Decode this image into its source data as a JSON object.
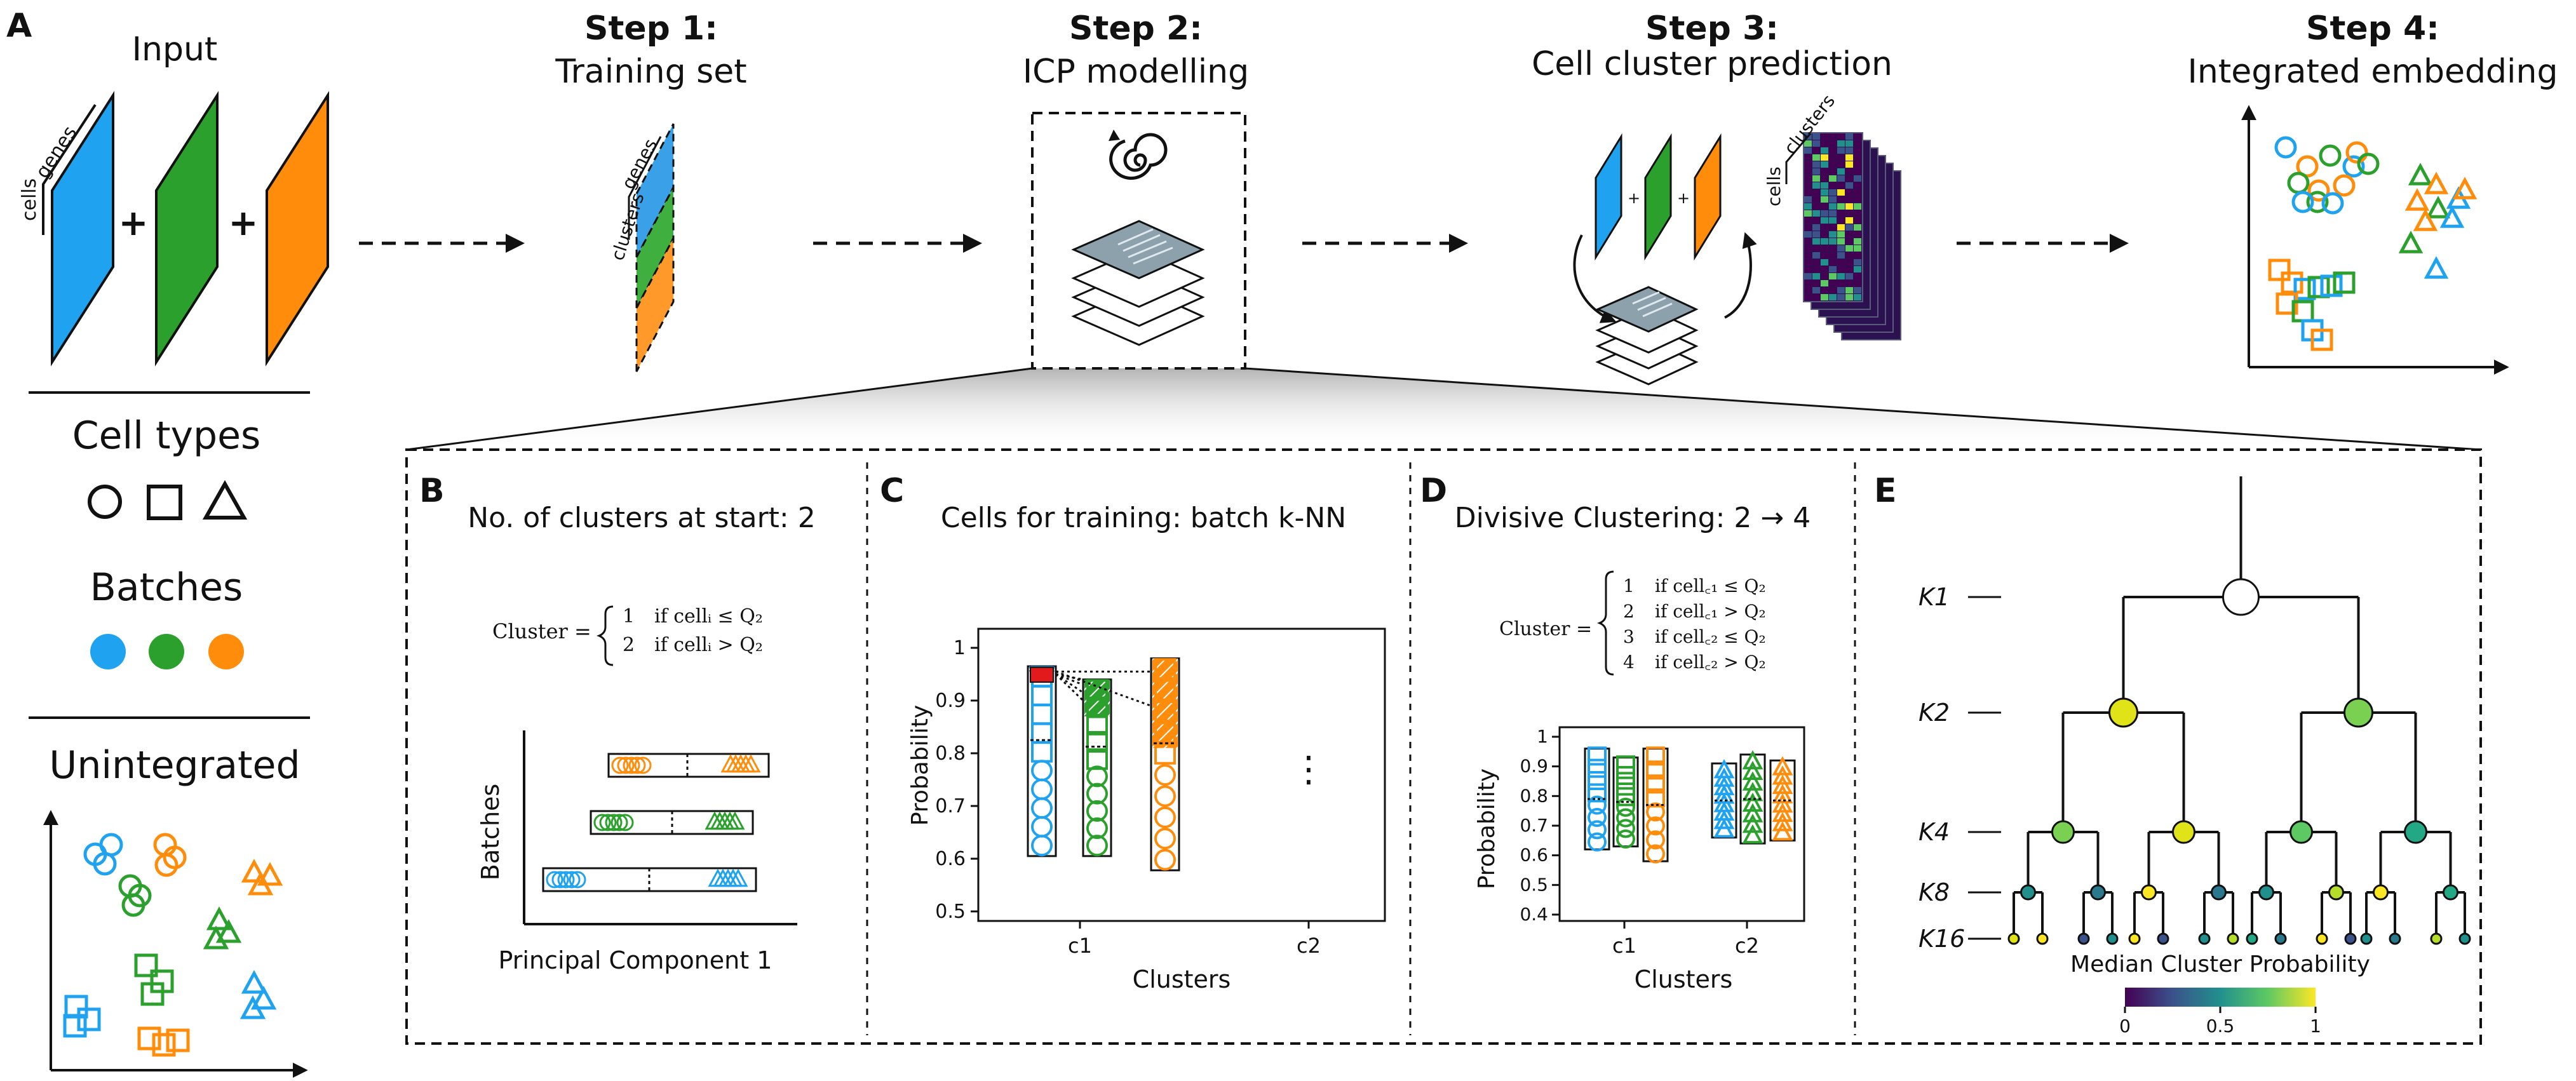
{
  "colors": {
    "blue": "#1fa3f0",
    "green": "#2ca02c",
    "orange": "#ff8c0a",
    "red": "#e31a1c",
    "viridis": [
      "#440154",
      "#3b528b",
      "#21908d",
      "#5dc962",
      "#fde725"
    ]
  },
  "panel_a": {
    "letter": "A",
    "input_title": "Input",
    "axis_genes": "genes",
    "axis_cells": "cells",
    "plus": "+",
    "cell_types_title": "Cell types",
    "batches_title": "Batches",
    "unintegrated_title": "Unintegrated"
  },
  "steps": [
    {
      "heading": "Step 1:",
      "title": "Training set",
      "axis_genes": "genes",
      "axis_clusters": "clusters"
    },
    {
      "heading": "Step 2:",
      "title": "ICP modelling"
    },
    {
      "heading": "Step 3:",
      "title": "Cell cluster prediction",
      "axis_clusters": "clusters",
      "axis_cells": "cells"
    },
    {
      "heading": "Step 4:",
      "title": "Integrated embedding"
    }
  ],
  "panel_b": {
    "letter": "B",
    "title": "No. of clusters at start: 2",
    "formula_lhs": "Cluster =",
    "rows": [
      {
        "num": "1",
        "cond": "if cellᵢ ≤ Q₂"
      },
      {
        "num": "2",
        "cond": "if cellᵢ > Q₂"
      }
    ],
    "ylabel": "Batches",
    "xlabel": "Principal Component 1"
  },
  "panel_c": {
    "letter": "C",
    "title": "Cells for training: batch k-NN",
    "ylabel": "Probability",
    "xlabel": "Clusters",
    "yticks": [
      "1",
      "0.9",
      "0.8",
      "0.7",
      "0.6",
      "0.5"
    ],
    "xticks": [
      "c1",
      "c2"
    ],
    "ellipsis": "⋮"
  },
  "panel_d": {
    "letter": "D",
    "title": "Divisive Clustering: 2 → 4",
    "formula_lhs": "Cluster =",
    "rows": [
      {
        "num": "1",
        "cond": "if cell꜀₁ ≤ Q₂"
      },
      {
        "num": "2",
        "cond": "if cell꜀₁ > Q₂"
      },
      {
        "num": "3",
        "cond": "if cell꜀₂ ≤ Q₂"
      },
      {
        "num": "4",
        "cond": "if cell꜀₂ > Q₂"
      }
    ],
    "ylabel": "Probability",
    "xlabel": "Clusters",
    "yticks": [
      "1",
      "0.9",
      "0.8",
      "0.7",
      "0.6",
      "0.5",
      "0.4"
    ],
    "xticks": [
      "c1",
      "c2"
    ]
  },
  "panel_e": {
    "letter": "E",
    "levels": [
      "K1",
      "K2",
      "K4",
      "K8",
      "K16"
    ],
    "colorbar_title": "Median Cluster Probability",
    "colorbar_ticks": [
      "0",
      "0.5",
      "1"
    ]
  }
}
